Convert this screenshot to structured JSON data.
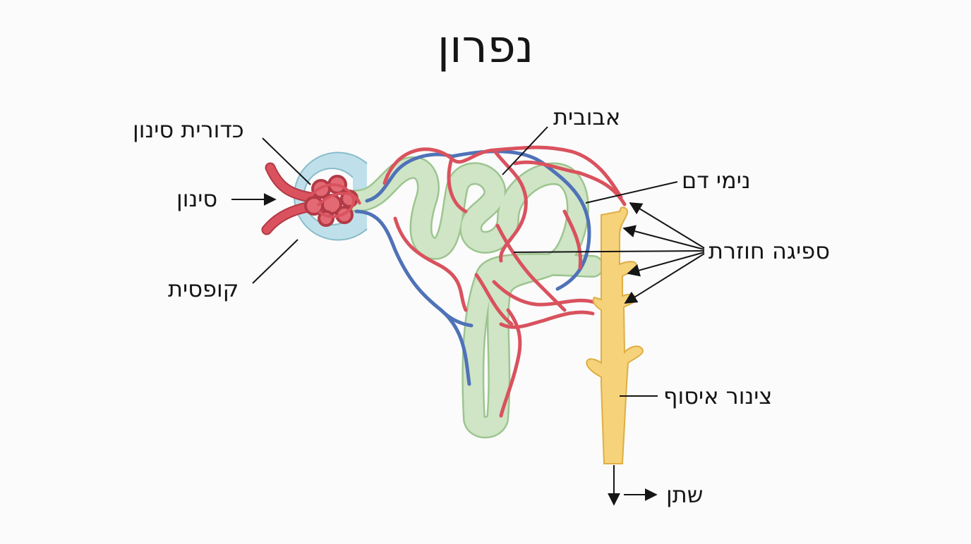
{
  "title": "נפרון",
  "labels": {
    "glomerulus": "כדורית סינון",
    "filtration": "סינון",
    "capsule": "קופסית",
    "tubule": "אבובית",
    "capillaries": "נימי דם",
    "reabsorption": "ספיגה חוזרת",
    "collecting_duct": "צינור איסוף",
    "urine": "שתן"
  },
  "colors": {
    "capsule": "#bfe0ea",
    "capsule_stroke": "#88bccb",
    "blood_red": "#d9525e",
    "blood_red_dark": "#b23a46",
    "vein_blue": "#4f72b8",
    "tubule": "#cfe5c6",
    "tubule_stroke": "#9dc58f",
    "duct": "#f6d27a",
    "duct_stroke": "#dfae44",
    "text": "#151515"
  }
}
